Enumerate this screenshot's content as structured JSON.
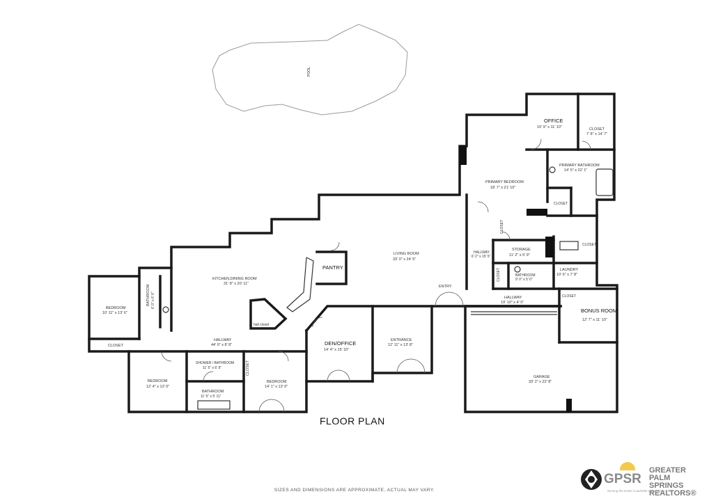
{
  "plan": {
    "caption": "FLOOR PLAN",
    "disclaimer": "SIZES AND DIMENSIONS ARE APPROXIMATE, ACTUAL MAY VARY.",
    "pool": "POOL",
    "rooms": {
      "office": {
        "name": "OFFICE",
        "dim": "10' 9\" x 11' 10\""
      },
      "closet_office": {
        "name": "CLOSET",
        "dim": "7' 8\" x 14' 7\""
      },
      "primary_bath": {
        "name": "PRIMARY BATHROOM",
        "dim": "14' 5\" x 22' 1\""
      },
      "primary_bed": {
        "name": "PRIMARY BEDROOM",
        "dim": "18' 7\" x 21' 10\""
      },
      "closet_pb": {
        "name": "CLOSET"
      },
      "living": {
        "name": "LIVING ROOM",
        "dim": "33' 0\" x 24' 5\""
      },
      "kitchen": {
        "name": "KITCHEN,DINING ROOM",
        "dim": "31' 8\" x 20' 11\""
      },
      "pantry": {
        "name": "PANTRY"
      },
      "bedroom_w": {
        "name": "BEDROOM",
        "dim": "10' 11\" x 13' 6\""
      },
      "closet_w": {
        "name": "CLOSET"
      },
      "bath_w": {
        "name": "BATHROOM",
        "dim": "6' 0\" x 6' 6\""
      },
      "hall_closet": {
        "name": "hall closet"
      },
      "hallway_w": {
        "name": "HALLWAY",
        "dim": "44' 9\" x 8' 8\""
      },
      "bedroom_sw": {
        "name": "BEDROOM",
        "dim": "12' 4\" x 13' 0\""
      },
      "shower_bath": {
        "name": "SHOWER / BATHROOM",
        "dim": "11' 5\" x 6' 9\""
      },
      "bath_s": {
        "name": "BATHROOM",
        "dim": "11' 5\" x 5' 11\""
      },
      "closet_s": {
        "name": "CLOSET"
      },
      "bedroom_s": {
        "name": "BEDROOM",
        "dim": "14' 1\" x 13' 0\""
      },
      "den": {
        "name": "DEN/OFFICE",
        "dim": "14' 4\" x 15' 10\""
      },
      "entrance": {
        "name": "ENTRANCE",
        "dim": "12' 11\" x 13' 8\""
      },
      "entry": {
        "name": "ENTRY"
      },
      "hallway_c": {
        "name": "HALLWAY",
        "dim": "6' 2\" x 15' 5\""
      },
      "closet_hc": {
        "name": "CLOSET"
      },
      "closet_hc2": {
        "name": "CLOSET"
      },
      "storage": {
        "name": "STORAGE",
        "dim": "11' 2\" x 5' 9\""
      },
      "closet_st": {
        "name": "CLOSET"
      },
      "bath_e": {
        "name": "BATHROOM",
        "dim": "9' 0\" x 5' 0\""
      },
      "laundry": {
        "name": "LAUNDRY",
        "dim": "10' 6\" x 7' 8\""
      },
      "hallway_e": {
        "name": "HALLWAY",
        "dim": "19' 10\" x 4' 0\""
      },
      "closet_e": {
        "name": "CLOSET"
      },
      "bonus": {
        "name": "BONUS ROOM",
        "dim": "12' 7\" x 11' 10\""
      },
      "garage": {
        "name": "GARAGE",
        "dim": "33' 2\" x 22' 8\""
      }
    }
  },
  "logo": {
    "abbr": "GPSR",
    "name": "GREATER PALM SPRINGS REALTORS®",
    "tagline": "Serving the Entire Coachella Valley Since 1929",
    "colors": {
      "sun": "#f2c94c",
      "text": "#7a7a7a"
    }
  }
}
